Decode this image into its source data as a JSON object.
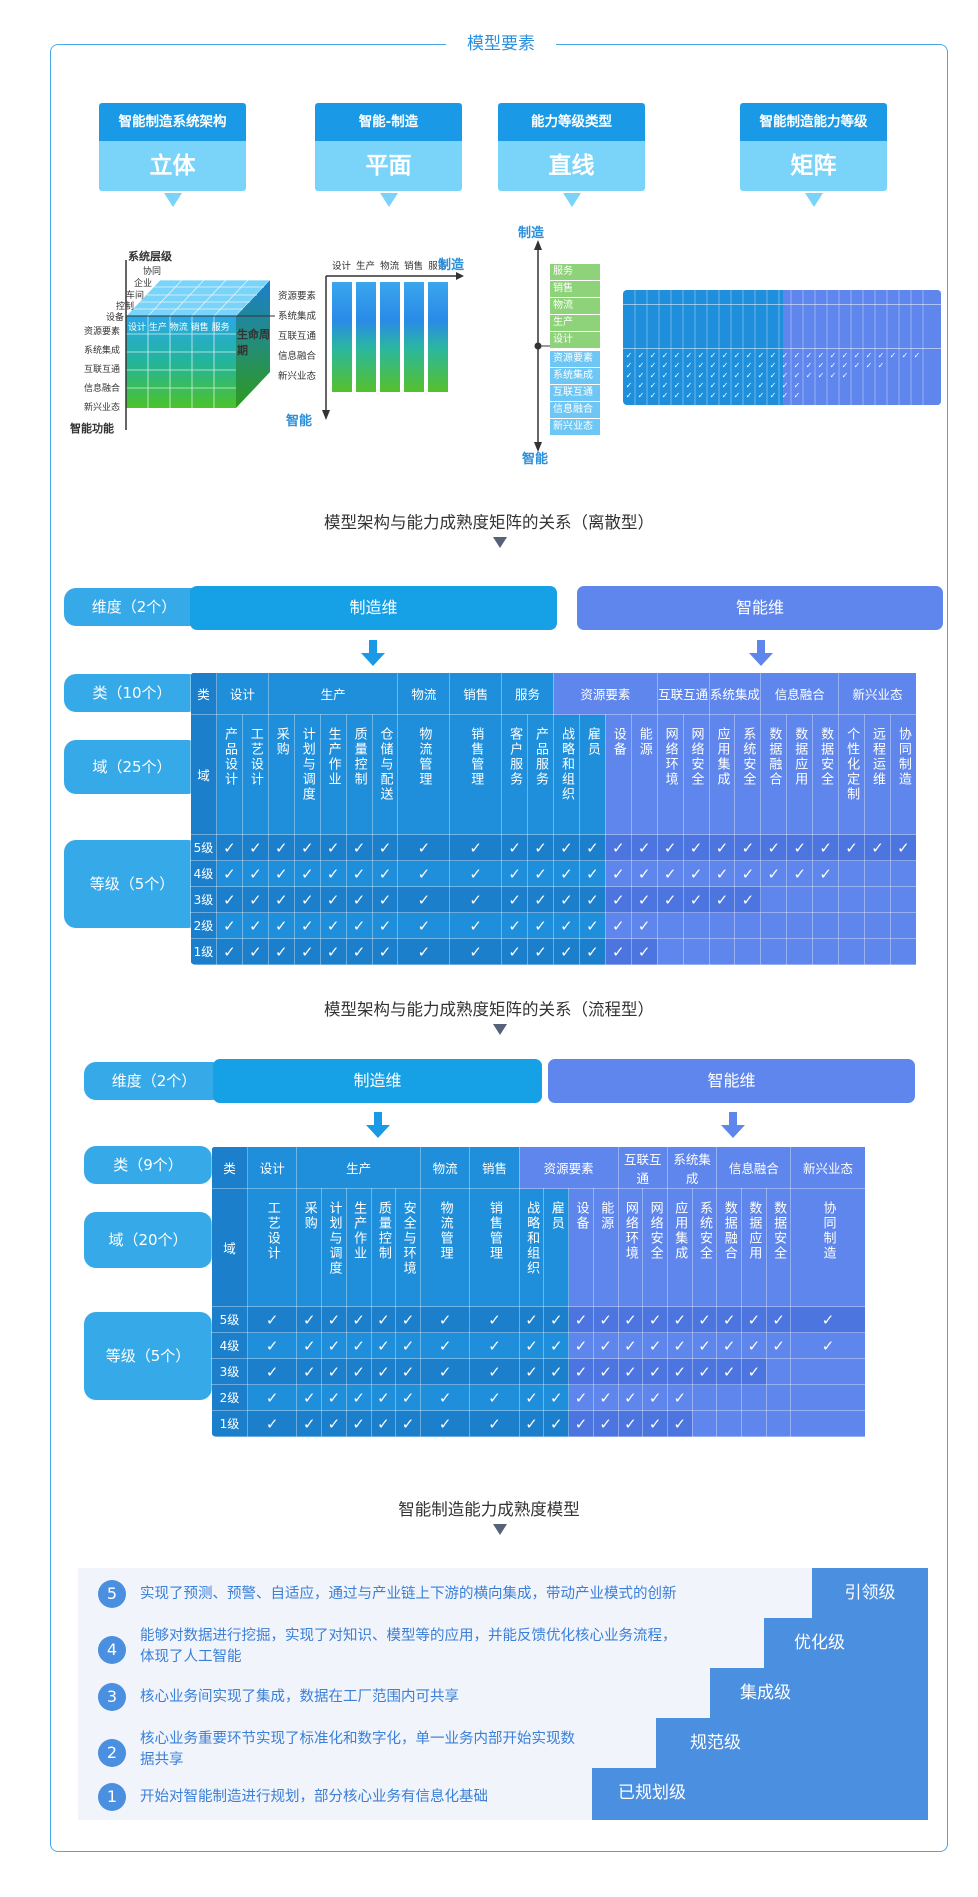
{
  "frame_title": "模型要素",
  "cards": [
    {
      "top": "智能制造系统架构",
      "bottom": "立体"
    },
    {
      "top": "智能-制造",
      "bottom": "平面"
    },
    {
      "top": "能力等级类型",
      "bottom": "直线"
    },
    {
      "top": "智能制造能力等级",
      "bottom": "矩阵"
    }
  ],
  "cube": {
    "axis_top": "系统层级",
    "axis_bottom": "智能功能",
    "axis_right": "生命周期",
    "levels": [
      "协同",
      "企业",
      "车间",
      "控制",
      "设备"
    ],
    "functions": [
      "资源要素",
      "系统集成",
      "互联互通",
      "信息融合",
      "新兴业态"
    ],
    "lifecycle": [
      "设计",
      "生产",
      "物流",
      "销售",
      "服务"
    ]
  },
  "plane": {
    "x_label": "制造",
    "y_label": "智能",
    "columns": [
      "设计",
      "生产",
      "物流",
      "销售",
      "服务"
    ],
    "rows": [
      "资源要素",
      "系统集成",
      "互联互通",
      "信息融合",
      "新兴业态"
    ]
  },
  "line": {
    "top_label": "制造",
    "bottom_label": "智能",
    "upper": [
      "服务",
      "销售",
      "物流",
      "生产",
      "设计"
    ],
    "lower": [
      "资源要素",
      "系统集成",
      "互联互通",
      "信息融合",
      "新兴业态"
    ]
  },
  "section1_title": "模型架构与能力成熟度矩阵的关系（离散型）",
  "section2_title": "模型架构与能力成熟度矩阵的关系（流程型）",
  "section3_title": "智能制造能力成熟度模型",
  "discrete": {
    "dim_label": "维度（2个）",
    "mfg": "制造维",
    "intel": "智能维",
    "class_label": "类（10个）",
    "domain_label": "域（25个）",
    "level_label": "等级（5个）",
    "class_head": "类",
    "domain_head": "域",
    "classes": [
      {
        "name": "设计",
        "span": 2,
        "side": "m"
      },
      {
        "name": "生产",
        "span": 5,
        "side": "m"
      },
      {
        "name": "物流",
        "span": 2,
        "side": "m"
      },
      {
        "name": "销售",
        "span": 2,
        "side": "m"
      },
      {
        "name": "服务",
        "span": 2,
        "side": "m"
      },
      {
        "name": "资源要素",
        "span": 4,
        "side": "i"
      },
      {
        "name": "互联互通",
        "span": 2,
        "side": "i"
      },
      {
        "name": "系统集成",
        "span": 2,
        "side": "i"
      },
      {
        "name": "信息融合",
        "span": 3,
        "side": "i"
      },
      {
        "name": "新兴业态",
        "span": 3,
        "side": "i"
      }
    ],
    "domains": [
      {
        "name": "产品设计",
        "span": 1
      },
      {
        "name": "工艺设计",
        "span": 1
      },
      {
        "name": "采购",
        "span": 1
      },
      {
        "name": "计划与调度",
        "span": 1
      },
      {
        "name": "生产作业",
        "span": 1
      },
      {
        "name": "质量控制",
        "span": 1
      },
      {
        "name": "仓储与配送",
        "span": 1
      },
      {
        "name": "物流管理",
        "span": 2
      },
      {
        "name": "销售管理",
        "span": 2
      },
      {
        "name": "客户服务",
        "span": 1
      },
      {
        "name": "产品服务",
        "span": 1
      },
      {
        "name": "战略和组织",
        "span": 1
      },
      {
        "name": "雇员",
        "span": 1
      },
      {
        "name": "设备",
        "span": 1
      },
      {
        "name": "能源",
        "span": 1
      },
      {
        "name": "网络环境",
        "span": 1
      },
      {
        "name": "网络安全",
        "span": 1
      },
      {
        "name": "应用集成",
        "span": 1
      },
      {
        "name": "系统安全",
        "span": 1
      },
      {
        "name": "数据融合",
        "span": 1
      },
      {
        "name": "数据应用",
        "span": 1
      },
      {
        "name": "数据安全",
        "span": 1
      },
      {
        "name": "个性化定制",
        "span": 1
      },
      {
        "name": "远程运维",
        "span": 1
      },
      {
        "name": "协同制造",
        "span": 1
      }
    ],
    "levels": [
      {
        "name": "5级",
        "n": 25
      },
      {
        "name": "4级",
        "n": 22
      },
      {
        "name": "3级",
        "n": 19
      },
      {
        "name": "2级",
        "n": 15
      },
      {
        "name": "1级",
        "n": 15
      }
    ]
  },
  "process": {
    "dim_label": "维度（2个）",
    "mfg": "制造维",
    "intel": "智能维",
    "class_label": "类（9个）",
    "domain_label": "域（20个）",
    "level_label": "等级（5个）",
    "class_head": "类",
    "domain_head": "域",
    "classes": [
      {
        "name": "设计",
        "span": 2,
        "side": "m"
      },
      {
        "name": "生产",
        "span": 5,
        "side": "m"
      },
      {
        "name": "物流",
        "span": 2,
        "side": "m"
      },
      {
        "name": "销售",
        "span": 2,
        "side": "m"
      },
      {
        "name": "资源要素",
        "span": 4,
        "side": "i"
      },
      {
        "name": "互联互通",
        "span": 2,
        "side": "i"
      },
      {
        "name": "系统集成",
        "span": 2,
        "side": "i"
      },
      {
        "name": "信息融合",
        "span": 3,
        "side": "i"
      },
      {
        "name": "新兴业态",
        "span": 3,
        "side": "i"
      }
    ],
    "domains": [
      {
        "name": "工艺设计",
        "span": 2
      },
      {
        "name": "采购",
        "span": 1
      },
      {
        "name": "计划与调度",
        "span": 1
      },
      {
        "name": "生产作业",
        "span": 1
      },
      {
        "name": "质量控制",
        "span": 1
      },
      {
        "name": "安全与环境",
        "span": 1
      },
      {
        "name": "物流管理",
        "span": 2
      },
      {
        "name": "销售管理",
        "span": 2
      },
      {
        "name": "战略和组织",
        "span": 1
      },
      {
        "name": "雇员",
        "span": 1
      },
      {
        "name": "设备",
        "span": 1
      },
      {
        "name": "能源",
        "span": 1
      },
      {
        "name": "网络环境",
        "span": 1
      },
      {
        "name": "网络安全",
        "span": 1
      },
      {
        "name": "应用集成",
        "span": 1
      },
      {
        "name": "系统安全",
        "span": 1
      },
      {
        "name": "数据融合",
        "span": 1
      },
      {
        "name": "数据应用",
        "span": 1
      },
      {
        "name": "数据安全",
        "span": 1
      },
      {
        "name": "协同制造",
        "span": 3
      }
    ],
    "levels": [
      {
        "name": "5级",
        "n": 20
      },
      {
        "name": "4级",
        "n": 20
      },
      {
        "name": "3级",
        "n": 18
      },
      {
        "name": "2级",
        "n": 15
      },
      {
        "name": "1级",
        "n": 15
      }
    ]
  },
  "maturity": [
    {
      "num": "5",
      "text": "实现了预测、预警、自适应，通过与产业链上下游的横向集成，带动产业模式的创新",
      "level": "引领级"
    },
    {
      "num": "4",
      "text": "能够对数据进行挖掘，实现了对知识、模型等的应用，并能反馈优化核心业务流程，体现了人工智能",
      "level": "优化级"
    },
    {
      "num": "3",
      "text": "核心业务间实现了集成，数据在工厂范围内可共享",
      "level": "集成级"
    },
    {
      "num": "2",
      "text": "核心业务重要环节实现了标准化和数字化，单一业务内部开始实现数据共享",
      "level": "规范级"
    },
    {
      "num": "1",
      "text": "开始对智能制造进行规划，部分核心业务有信息化基础",
      "level": "已规划级"
    }
  ],
  "colors": {
    "mfg": "#1f8fdc",
    "intel": "#5f86ec",
    "accent": "#2a8fdc"
  }
}
